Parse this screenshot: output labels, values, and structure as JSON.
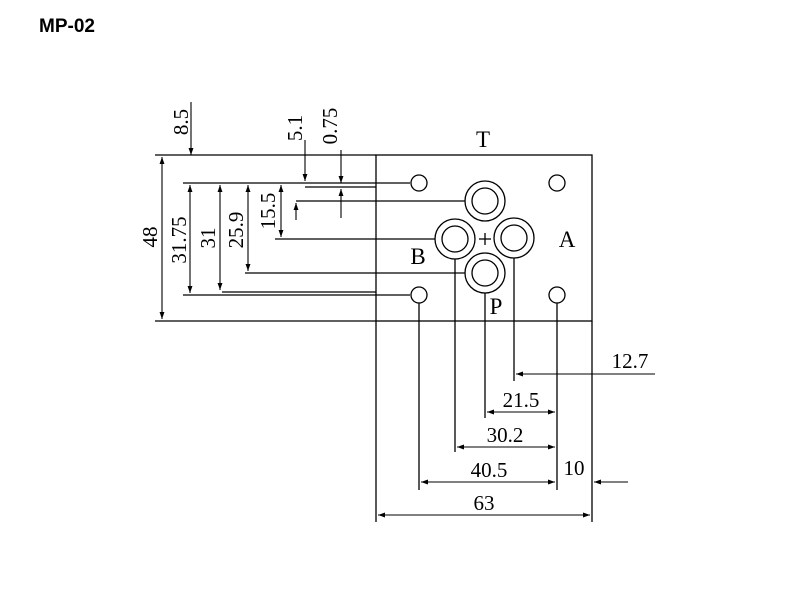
{
  "title": "MP-02",
  "ports": {
    "top": "T",
    "left": "B",
    "right": "A",
    "bottom": "P"
  },
  "dimensions": {
    "d_8_5": "8.5",
    "d_5_1": "5.1",
    "d_0_75": "0.75",
    "d_48": "48",
    "d_31_75": "31.75",
    "d_31": "31",
    "d_25_9": "25.9",
    "d_15_5": "15.5",
    "d_12_7": "12.7",
    "d_21_5": "21.5",
    "d_30_2": "30.2",
    "d_40_5": "40.5",
    "d_10": "10",
    "d_63": "63"
  },
  "colors": {
    "line": "#000000",
    "background": "#ffffff"
  }
}
